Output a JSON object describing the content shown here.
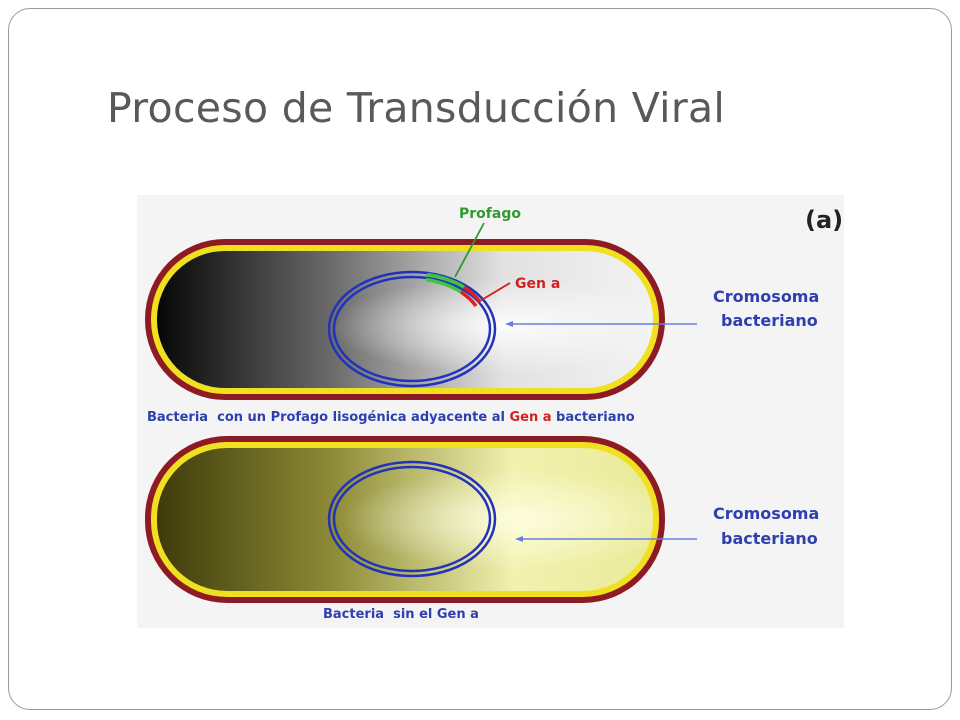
{
  "slide": {
    "title": "Proceso de Transducción Viral"
  },
  "figure": {
    "panel_label": "(a)",
    "top_cell": {
      "prophage_label": "Profago",
      "gene_label": "Gen a",
      "chromosome_label_line1": "Cromosoma",
      "chromosome_label_line2": "bacteriano",
      "caption_part1": "Bacteria  con un Profago lisogénica adyacente al ",
      "caption_gene": "Gen a",
      "caption_part2": " bacteriano"
    },
    "bottom_cell": {
      "chromosome_label_line1": "Cromosoma",
      "chromosome_label_line2": "bacteriano",
      "caption": "Bacteria  sin el Gen a"
    }
  },
  "colors": {
    "cell_wall": "#8e1a24",
    "membrane": "#f0e020",
    "chromosome": "#2233bb",
    "prophage": "#3ec43e",
    "gene_a": "#e02020",
    "label_blue": "#2e3fb0",
    "label_green": "#2f9a2f",
    "label_red": "#d42020"
  }
}
